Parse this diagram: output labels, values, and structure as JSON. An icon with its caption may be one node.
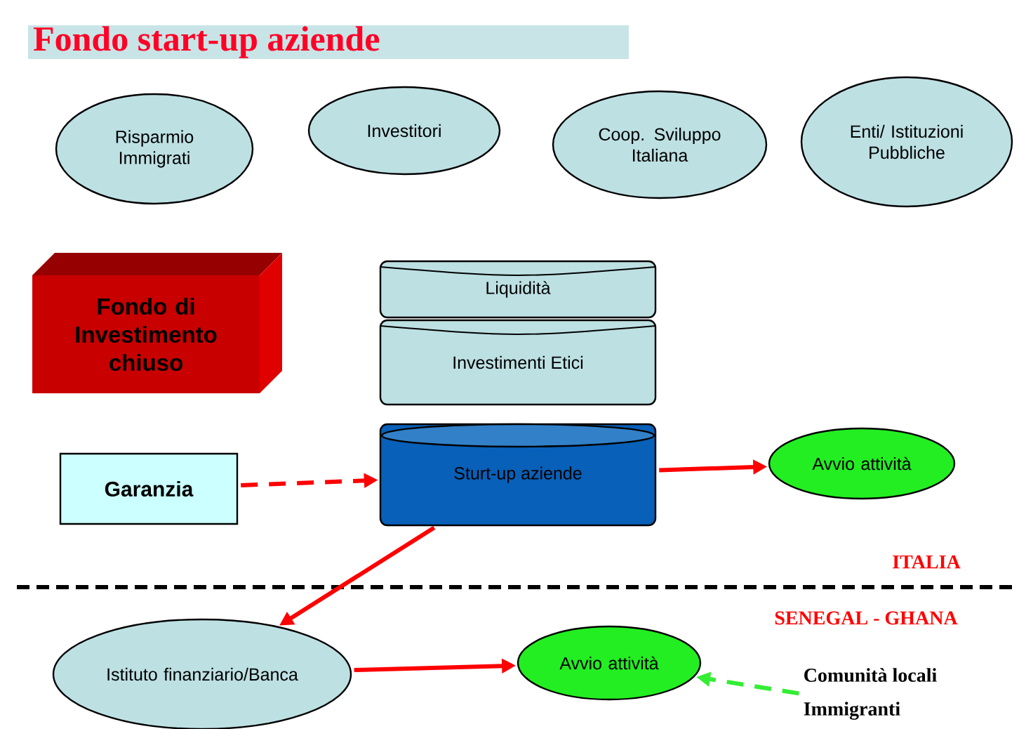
{
  "diagram": {
    "title": "Fondo start-up aziende",
    "nodes": [
      {
        "text": [
          "Risparmio Immigrati"
        ]
      },
      {
        "text": [
          "Investitori"
        ]
      },
      {
        "text": [
          "Coop. Sviluppo Italiana"
        ]
      },
      {
        "text": [
          "Enti/ Istituzioni Pubbliche"
        ]
      },
      {
        "text": [
          "Fondo di Investimento chiuso"
        ]
      },
      {
        "text": [
          "Liquidità"
        ]
      },
      {
        "text": [
          "Investimenti Etici"
        ]
      },
      {
        "text": [
          "Sturt-up aziende"
        ]
      },
      {
        "text": [
          "Garanzia"
        ]
      },
      {
        "text": [
          "Avvio attività"
        ]
      },
      {
        "text": [
          "Istituto finanziario/Banca"
        ]
      },
      {
        "text": [
          "Avvio attività"
        ]
      },
      {
        "text": [
          "Comunità locali",
          "Immigranti"
        ]
      }
    ],
    "edges": [
      {
        "from": 8,
        "to": 7,
        "arrow": "to",
        "style": "dashed"
      },
      {
        "from": 7,
        "to": 9,
        "arrow": "to"
      },
      {
        "from": 7,
        "to": 10,
        "arrow": "to"
      },
      {
        "from": 10,
        "to": 11,
        "arrow": "to"
      },
      {
        "from": 12,
        "to": 11,
        "arrow": "to",
        "style": "dashed",
        "color": "#33ee33"
      }
    ],
    "labels": [
      "ITALIA",
      "SENEGAL - GHANA"
    ]
  }
}
